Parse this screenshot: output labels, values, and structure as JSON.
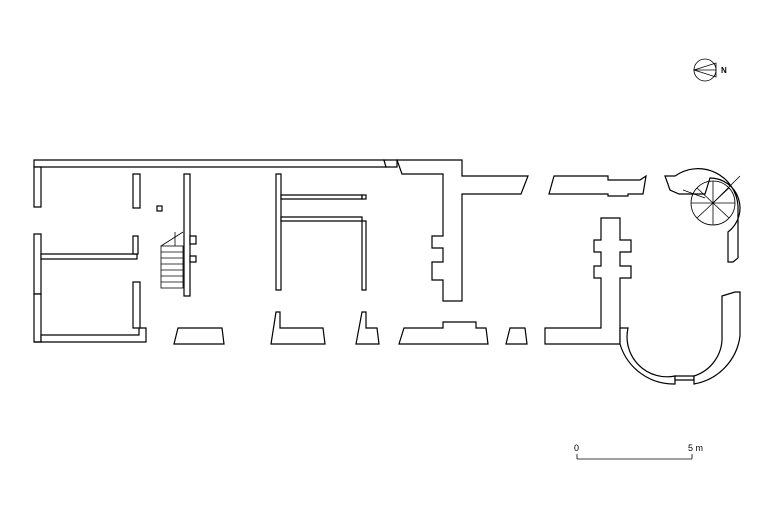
{
  "north_arrow": {
    "label": "N",
    "icon": "north-arrow-icon"
  },
  "scale_bar": {
    "start_label": "0",
    "end_label": "5 m"
  },
  "colors": {
    "line": "#000000",
    "background": "#ffffff"
  }
}
